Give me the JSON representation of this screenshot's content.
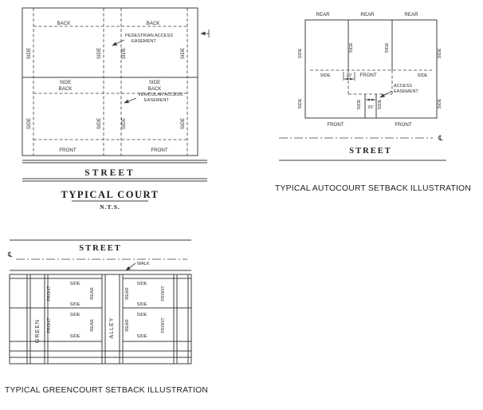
{
  "canvas": {
    "background": "#ffffff",
    "ink": "#3c3c3c"
  },
  "court": {
    "title": "TYPICAL COURT",
    "scale_note": "N.T.S.",
    "street_label": "STREET",
    "back_label": "BACK",
    "side_label": "SIDE",
    "front_label": "FRONT",
    "pedestrian_easement_line1": "PEDESTRIAN ACCESS",
    "pedestrian_easement_line2": "EASEMENT",
    "vehicular_easement_line1": "VEHICULAR ACCESS",
    "vehicular_easement_line2": "EASEMENT"
  },
  "autocourt": {
    "title": "TYPICAL AUTOCOURT SETBACK ILLUSTRATION",
    "street_label": "STREET",
    "rear_label": "REAR",
    "side_label": "SIDE",
    "front_label": "FRONT",
    "access_easement_line1": "ACCESS",
    "access_easement_line2": "EASEMENT",
    "easement_width_dim": "20'",
    "centerline_symbol": "℄"
  },
  "greencourt": {
    "title": "TYPICAL GREENCOURT SETBACK ILLUSTRATION",
    "street_label": "STREET",
    "walk_label": "WALK",
    "green_label": "GREEN",
    "alley_label": "ALLEY",
    "side_label": "SIDE",
    "front_label": "FRONT",
    "rear_label": "REAR",
    "centerline_symbol": "℄"
  }
}
